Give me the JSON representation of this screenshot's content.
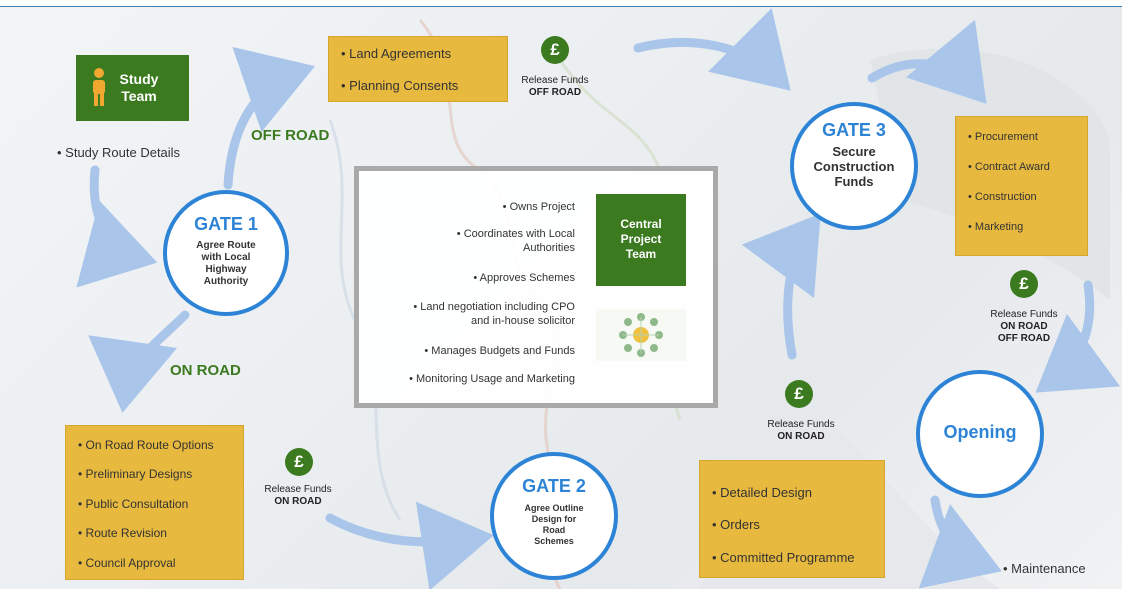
{
  "study_team": {
    "label_line1": "Study",
    "label_line2": "Team",
    "route_details": "• Study Route Details"
  },
  "labels": {
    "off_road": "OFF ROAD",
    "on_road": "ON ROAD"
  },
  "off_road_box": {
    "items": [
      "Land Agreements",
      "Planning Consents"
    ]
  },
  "on_road_box": {
    "items": [
      "On Road Route Options",
      "Preliminary Designs",
      "Public Consultation",
      "Route Revision",
      "Council Approval"
    ]
  },
  "procurement_box": {
    "items": [
      "Procurement",
      "Contract Award",
      "Construction",
      "Marketing"
    ]
  },
  "design_box": {
    "items": [
      "Detailed Design",
      "Orders",
      "Committed Programme"
    ]
  },
  "gates": {
    "gate1": {
      "title": "GATE 1",
      "sub": [
        "Agree Route",
        "with Local",
        "Highway",
        "Authority"
      ]
    },
    "gate2": {
      "title": "GATE 2",
      "sub": [
        "Agree Outline",
        "Design for",
        "Road",
        "Schemes"
      ]
    },
    "gate3": {
      "title": "GATE 3",
      "sub": [
        "Secure",
        "Construction",
        "Funds"
      ]
    },
    "opening": {
      "title": "Opening"
    }
  },
  "funds": {
    "symbol": "£",
    "release": "Release Funds",
    "off_road": "OFF ROAD",
    "on_road": "ON ROAD",
    "on_road_off_road_1": "ON ROAD",
    "on_road_off_road_2": "OFF ROAD"
  },
  "central_team": {
    "title_lines": [
      "Central",
      "Project",
      "Team"
    ],
    "items": [
      "• Owns Project",
      "• Coordinates with Local",
      "Authorities",
      "• Approves Schemes",
      "• Land negotiation including CPO",
      "and in-house solicitor",
      "• Manages Budgets and Funds",
      "• Monitoring Usage and Marketing"
    ]
  },
  "maintenance": "• Maintenance",
  "colors": {
    "gate_blue": "#2d84d6",
    "green": "#3b7a1e",
    "yellow": "#e8b93f",
    "arrow": "#a9c6ea"
  }
}
